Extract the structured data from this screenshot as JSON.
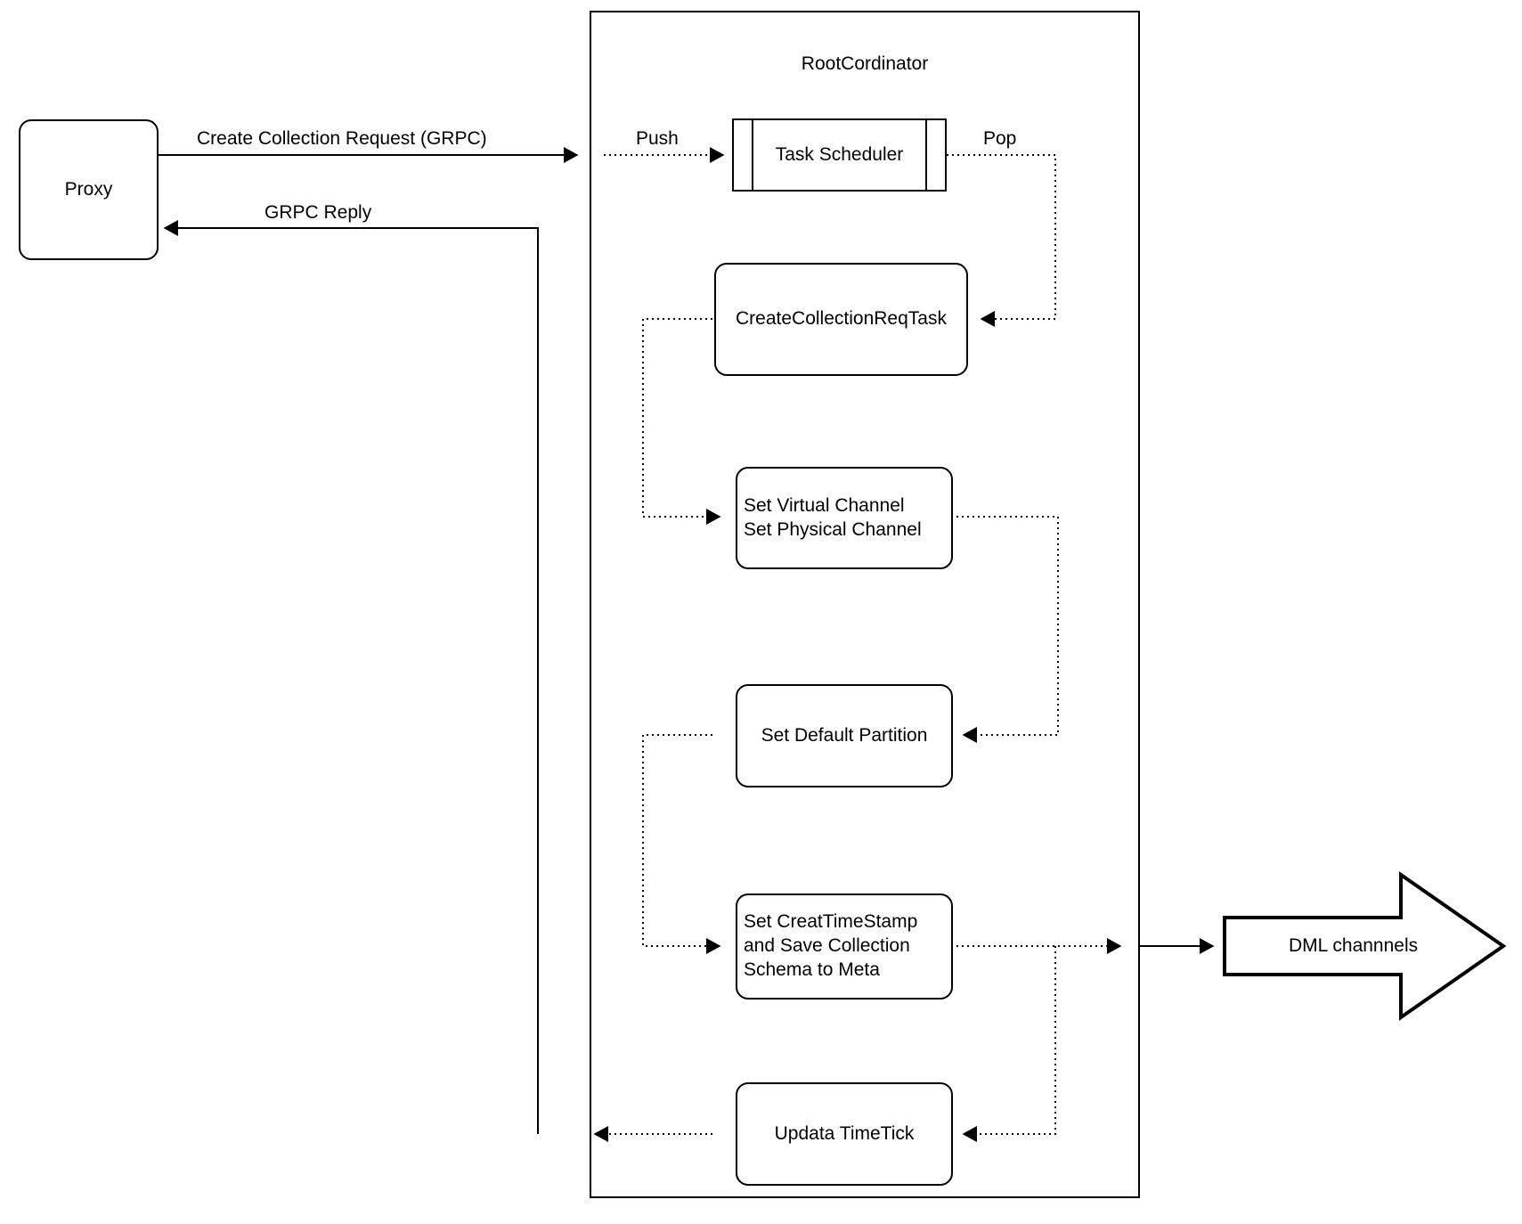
{
  "diagram": {
    "type": "flowchart",
    "container": {
      "title": "RootCordinator"
    },
    "nodes": {
      "proxy": "Proxy",
      "task_scheduler": "Task Scheduler",
      "create_collection_req_task": "CreateCollectionReqTask",
      "set_channels": "Set Virtual Channel\nSet Physical Channel",
      "set_default_partition": "Set Default Partition",
      "set_timestamp": "Set CreatTimeStamp\nand Save Collection\nSchema to Meta",
      "update_timetick": "Updata TimeTick",
      "dml_channels": "DML channnels"
    },
    "edge_labels": {
      "create_request": "Create Collection Request (GRPC)",
      "grpc_reply": "GRPC Reply",
      "push": "Push",
      "pop": "Pop"
    },
    "colors": {
      "stroke": "#000000",
      "fill": "#ffffff"
    }
  }
}
